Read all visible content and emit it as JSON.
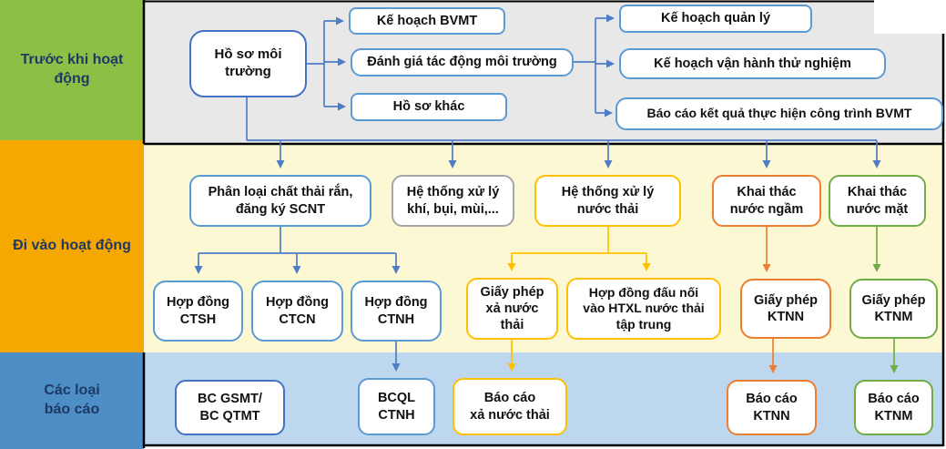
{
  "bands": {
    "before": "Trước khi hoạt\nđộng",
    "during": "Đi vào hoạt động",
    "reports": "Các loại\nbáo cáo"
  },
  "nodes": {
    "ho_so_moi_truong": "Hồ sơ môi\ntrường",
    "ke_hoach_bvmt": "Kế hoạch BVMT",
    "danh_gia_tac_dong": "Đánh giá tác động môi trường",
    "ho_so_khac": "Hồ sơ khác",
    "ke_hoach_quan_ly": "Kế hoạch quản lý",
    "ke_hoach_van_hanh": "Kế hoạch vận hành thử nghiệm",
    "bao_cao_ket_qua": "Báo cáo kết quả thực hiện công trình BVMT",
    "phan_loai": "Phân loại chất thải rắn,\nđăng ký SCNT",
    "he_thong_khi": "Hệ thống xử lý\nkhí, bụi, mùi,...",
    "he_thong_nuoc_thai": "Hệ thống xử lý\nnước thải",
    "khai_thac_nuoc_ngam": "Khai thác\nnước ngầm",
    "khai_thac_nuoc_mat": "Khai thác\nnước mặt",
    "hop_dong_ctsh": "Hợp đồng\nCTSH",
    "hop_dong_ctcn": "Hợp đồng\nCTCN",
    "hop_dong_ctnh": "Hợp đồng\nCTNH",
    "giay_phep_xa_nuoc_thai": "Giấy phép\nxả nước\nthải",
    "hop_dong_dau_noi": "Hợp đồng đấu nối\nvào HTXL nước thải\ntập trung",
    "giay_phep_ktnn": "Giấy phép\nKTNN",
    "giay_phep_ktnm": "Giấy phép\nKTNM",
    "bc_gsmt_qtmt": "BC GSMT/\nBC QTMT",
    "bcql_ctnh": "BCQL\nCTNH",
    "bao_cao_xa_nuoc_thai": "Báo cáo\nxả nước thải",
    "bao_cao_ktnn": "Báo cáo\nKTNN",
    "bao_cao_ktnm": "Báo cáo\nKTNM"
  },
  "colors": {
    "band_green": "#8cbf45",
    "band_orange": "#f5a802",
    "band_blue": "#4d8ec7",
    "bg_gray": "#e9e8e8",
    "bg_yellow": "#fdf8d4",
    "bg_lightblue": "#bdd7ee",
    "band_text": "#1f3864",
    "accent_blue": "#5b9bd5",
    "accent_blue_dark": "#4472c4",
    "accent_yellow": "#ffc000",
    "accent_orange": "#ed7d31",
    "accent_green": "#70ad47",
    "accent_gray": "#a6a6a6",
    "connector_blue": "#4e7dc6",
    "frame_black": "#000000"
  }
}
